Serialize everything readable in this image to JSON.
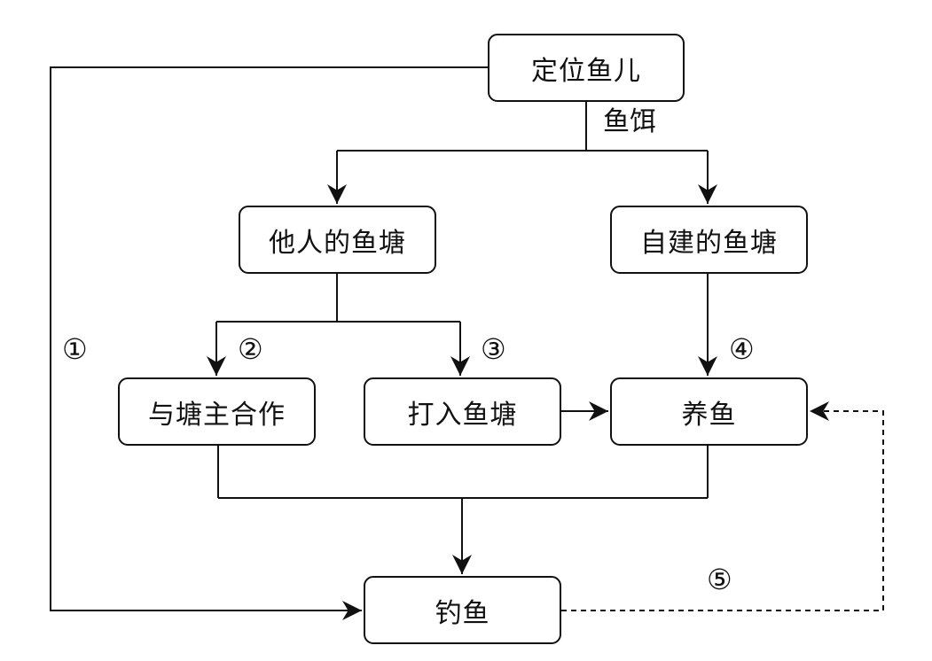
{
  "nodes": {
    "locate_fish": "定位鱼儿",
    "others_pond": "他人的鱼塘",
    "own_pond": "自建的鱼塘",
    "cooperate_owner": "与塘主合作",
    "enter_pond": "打入鱼塘",
    "raise_fish": "养鱼",
    "catch_fish": "钓鱼"
  },
  "edge_labels": {
    "bait": "鱼饵",
    "path1": "①",
    "path2": "②",
    "path3": "③",
    "path4": "④",
    "path5": "⑤"
  }
}
